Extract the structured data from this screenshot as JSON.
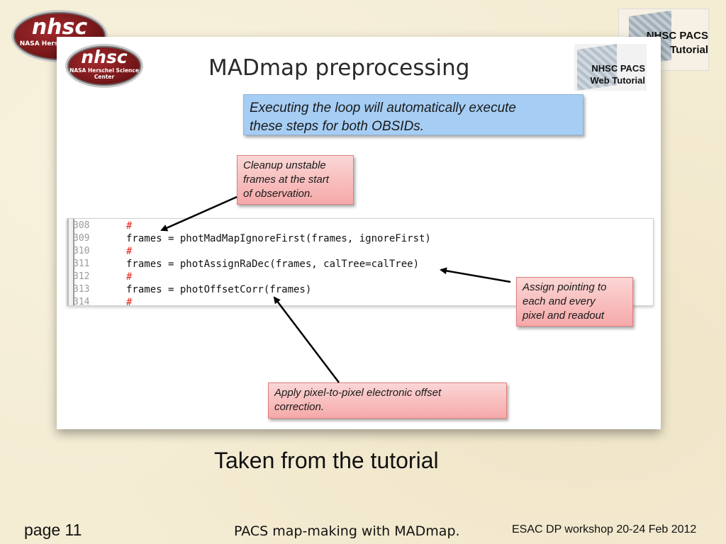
{
  "background_logos": {
    "left": {
      "big": "nhsc",
      "small": "NASA Herschel Center"
    },
    "right": {
      "text": "NHSC PACS Tutorial"
    }
  },
  "slide": {
    "logo": {
      "big": "nhsc",
      "small": "NASA Herschel Science Center"
    },
    "title": "MADmap preprocessing",
    "pacs_logo": {
      "line1": "NHSC PACS",
      "line2": "Web Tutorial"
    },
    "callout_blue": {
      "line1": "Executing the loop will automatically execute",
      "line2": "these steps for both OBSIDs."
    },
    "callout_cleanup": {
      "line1": "Cleanup unstable",
      "line2": "frames at the start",
      "line3": "of observation."
    },
    "callout_assign": {
      "line1": "Assign pointing to",
      "line2": "each and every",
      "line3": "pixel and readout"
    },
    "callout_apply": {
      "line1": "Apply pixel-to-pixel electronic offset",
      "line2": "correction."
    },
    "code_lines": [
      {
        "num": "308",
        "code": "#"
      },
      {
        "num": "309",
        "code": "frames = photMadMapIgnoreFirst(frames, ignoreFirst)"
      },
      {
        "num": "310",
        "code": "#"
      },
      {
        "num": "311",
        "code": "frames = photAssignRaDec(frames, calTree=calTree)"
      },
      {
        "num": "312",
        "code": "#"
      },
      {
        "num": "313",
        "code": "frames = photOffsetCorr(frames)"
      },
      {
        "num": "314",
        "code": "#"
      }
    ]
  },
  "caption": "Taken from the tutorial",
  "footer": {
    "page": "page 11",
    "title": "PACS map-making with MADmap.",
    "event": "ESAC DP workshop 20-24 Feb 2012"
  },
  "colors": {
    "background": "#f4ecd3",
    "callout_blue": "#a6cef5",
    "callout_pink": "#f6a9a9",
    "code_comment": "#e8291c"
  }
}
